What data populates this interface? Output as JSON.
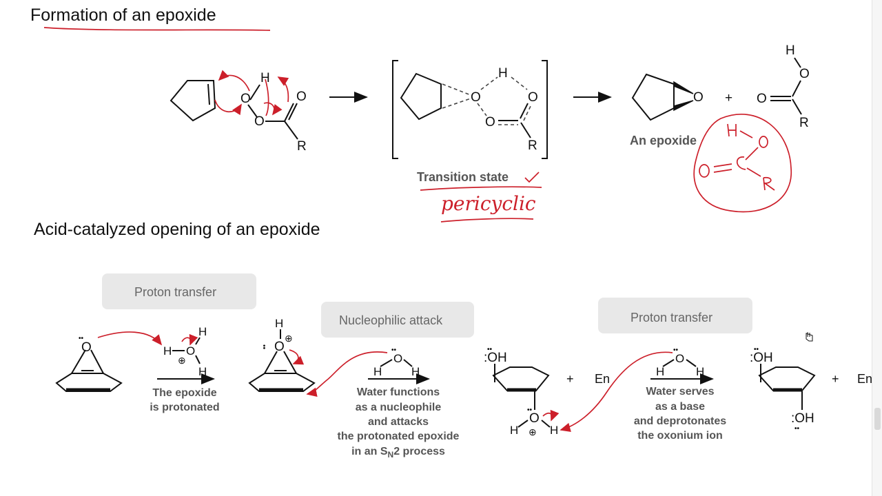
{
  "section1": {
    "title": "Formation of an epoxide",
    "atoms": {
      "H": "H",
      "O": "O",
      "R": "R"
    },
    "transition_state_label": "Transition state",
    "product_label": "An epoxide",
    "plus": "+",
    "handwritten_note": "pericyclic"
  },
  "section2": {
    "title": "Acid-catalyzed opening of an epoxide",
    "steps": [
      {
        "pill": "Proton transfer",
        "lines": [
          "The epoxide",
          "is protonated"
        ]
      },
      {
        "pill": "Nucleophilic attack",
        "lines": [
          "Water functions",
          "as a nucleophile",
          "and attacks",
          "the protonated epoxide"
        ],
        "last_line_prefix": "in an S",
        "last_line_sub": "N",
        "last_line_suffix": "2 process"
      },
      {
        "pill": "Proton transfer",
        "lines": [
          "Water serves",
          "as a base",
          "and deprotonates",
          "the oxonium ion"
        ]
      }
    ],
    "labels": {
      "oh": "OH",
      "en": "En",
      "plus": "+",
      "charge": "⊕",
      "lone_pair": "••"
    }
  },
  "colors": {
    "annotation_red": "#cc1f2a",
    "pill_gray": "#e6e6e6"
  }
}
